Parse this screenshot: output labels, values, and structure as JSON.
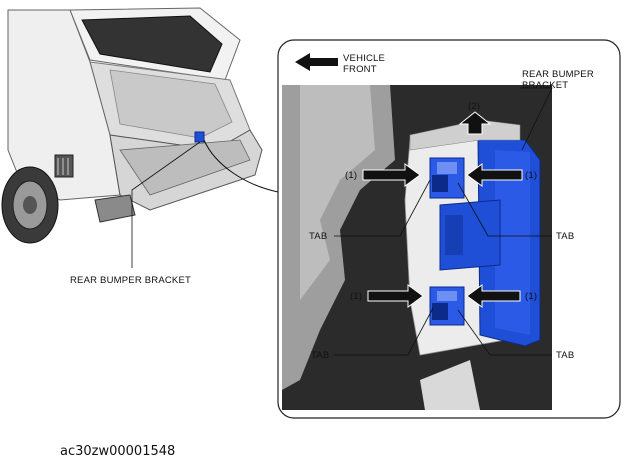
{
  "labels": {
    "vehicle_front": [
      "VEHICLE",
      "FRONT"
    ],
    "bracket_callout": [
      "REAR BUMPER",
      "BRACKET"
    ],
    "overview_caption": "REAR BUMPER BRACKET",
    "push_marker": "(1)",
    "pull_marker": "(2)",
    "tab": "TAB"
  },
  "figure_id": "ac30zw00001548",
  "colors": {
    "bracket_blue": "#1f4fd6",
    "bracket_dark": "#0c2a8a",
    "body_gray": "#bdbdbd",
    "shadow": "#2a2a2a"
  }
}
